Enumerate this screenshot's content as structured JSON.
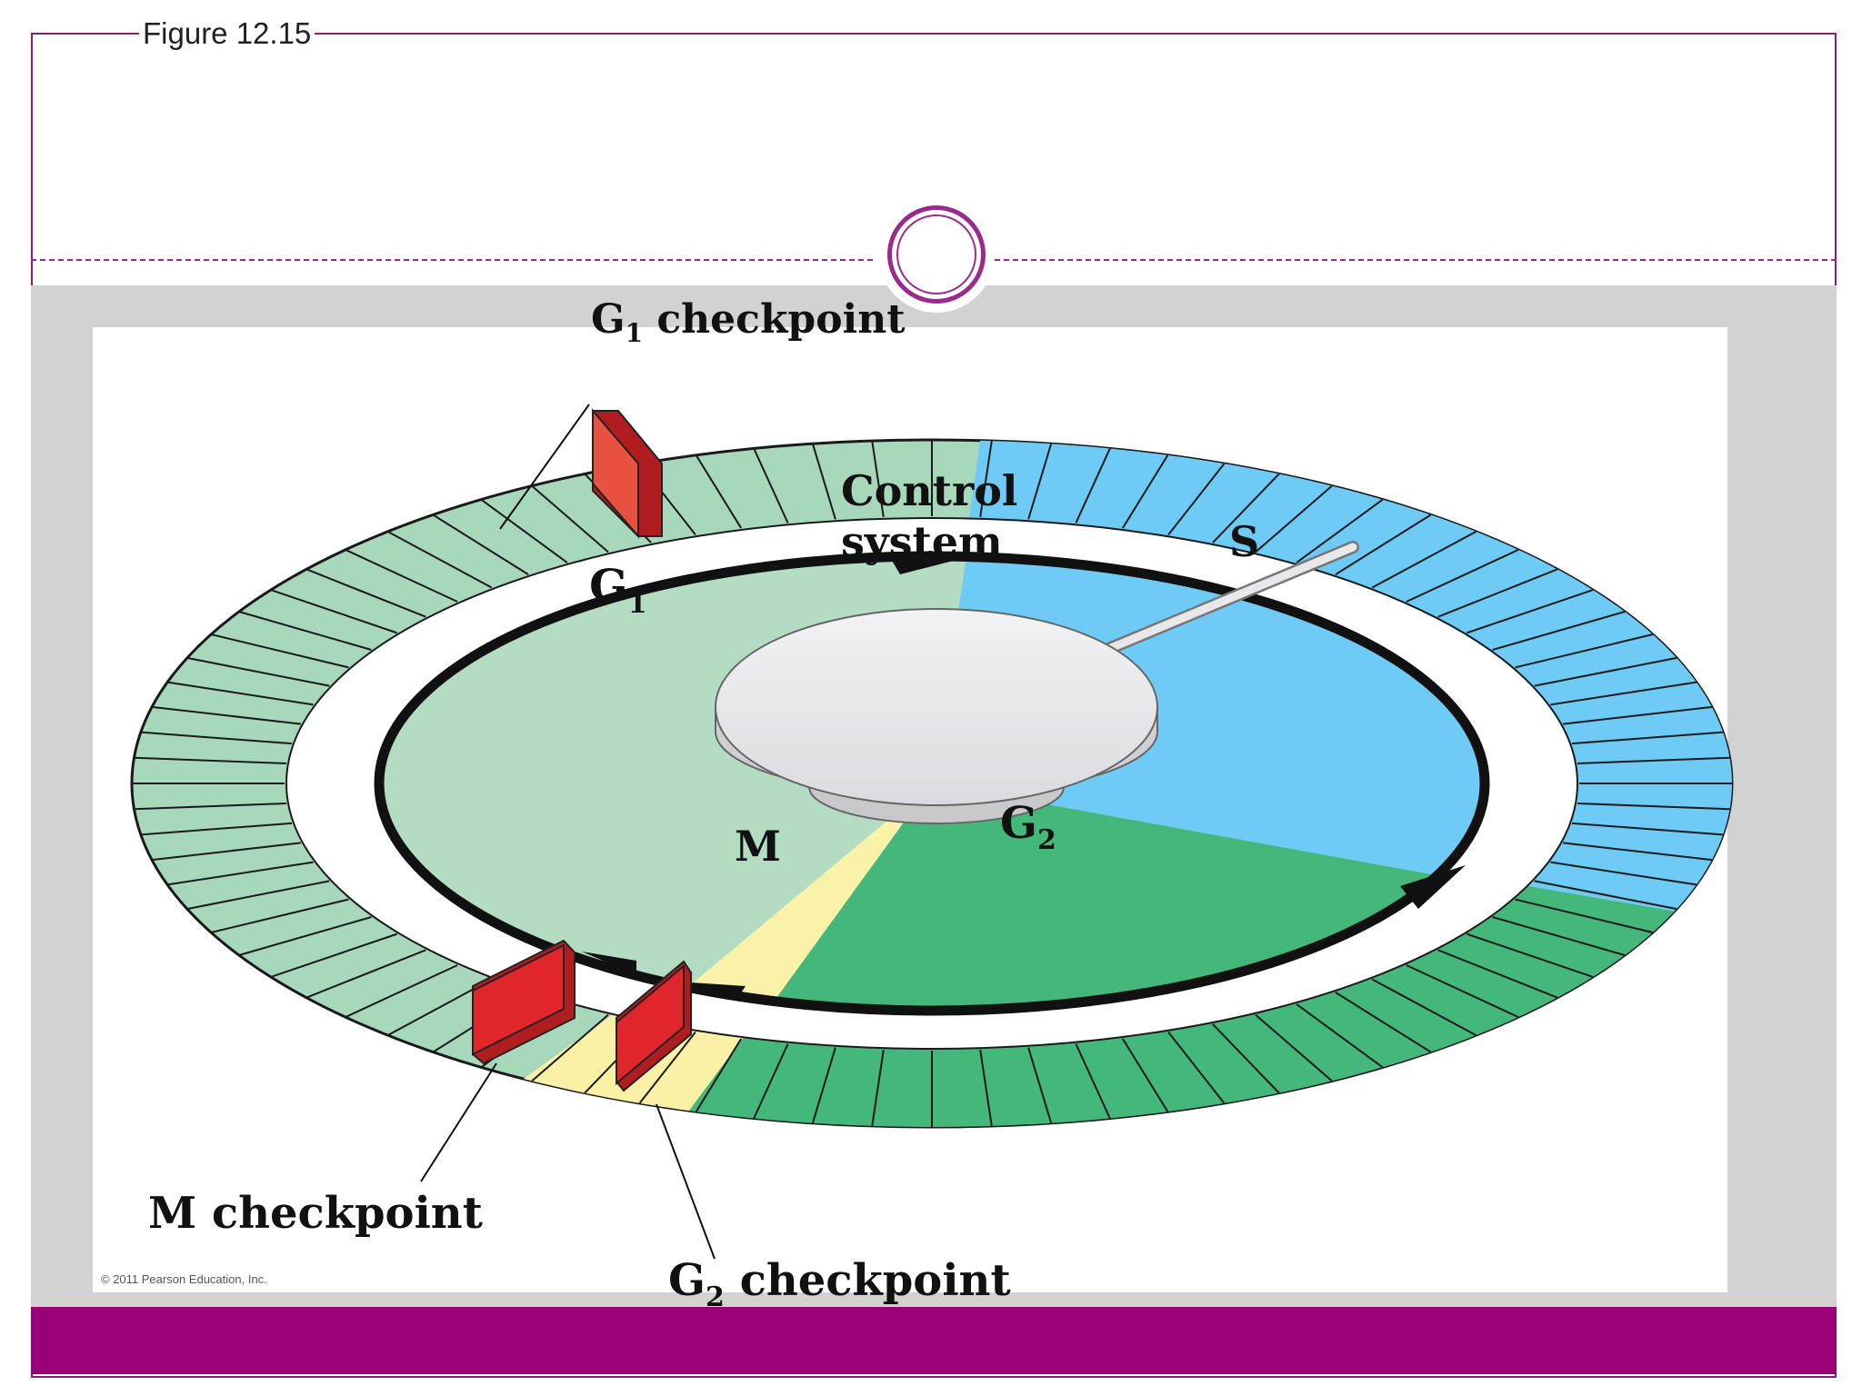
{
  "figure_label": "Figure 12.15",
  "labels": {
    "g1_checkpoint": {
      "main": "G",
      "sub": "1",
      "rest": " checkpoint"
    },
    "m_checkpoint": "M checkpoint",
    "g2_checkpoint": {
      "main": "G",
      "sub": "2",
      "rest": " checkpoint"
    },
    "control_system_line1": "Control",
    "control_system_line2": "system",
    "phase_s": "S",
    "phase_m": "M",
    "phase_g1": {
      "main": "G",
      "sub": "1"
    },
    "phase_g2": {
      "main": "G",
      "sub": "2"
    }
  },
  "credit": "© 2011 Pearson Education, Inc.",
  "colors": {
    "accent": "#990078",
    "frame": "#8e1a7e",
    "g1_phase": "#b3dcc2",
    "s_phase": "#6ecbf5",
    "g2_phase": "#43b87a",
    "m_phase": "#faf2a8",
    "checkpoint_gate": "#e0262b",
    "hub": "#e3e3e6"
  }
}
